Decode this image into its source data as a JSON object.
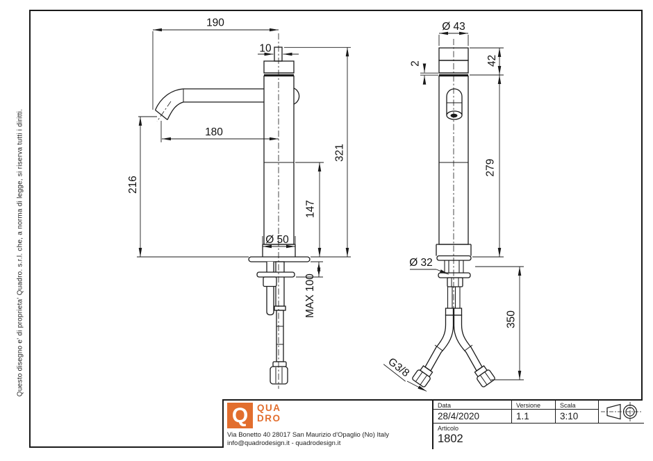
{
  "note": "Questo disegno e' di proprieta' Quadro. s.r.l. che, a norma di legge, si riserva tutti i diritti.",
  "logo": {
    "initial": "Q",
    "word_top": "QUA",
    "word_bottom": "DRO"
  },
  "company": {
    "address": "Via Bonetto 40  28017 San Maurizio d'Opaglio (No) Italy",
    "contacts": "info@quadrodesign.it  -  quadrodesign.it"
  },
  "title_block": {
    "date_label": "Data",
    "date_value": "28/4/2020",
    "version_label": "Versione",
    "version_value": "1.1",
    "scale_label": "Scala",
    "scale_value": "3:10",
    "article_label": "Articolo",
    "article_value": "1802"
  },
  "dims": {
    "side": {
      "reach_top": "190",
      "lever": "10",
      "reach": "180",
      "spout_h": "216",
      "total_h": "321",
      "body_h": "147",
      "base_dia": "Ø 50",
      "deck_max": "MAX 100"
    },
    "front": {
      "top_dia": "Ø 43",
      "gap": "2",
      "cap_h": "42",
      "body_h": "279",
      "shank_dia": "Ø 32",
      "hose_len": "350",
      "thread": "G3/8"
    }
  },
  "colors": {
    "accent": "#E26E2E",
    "ink": "#1a1a1a"
  }
}
